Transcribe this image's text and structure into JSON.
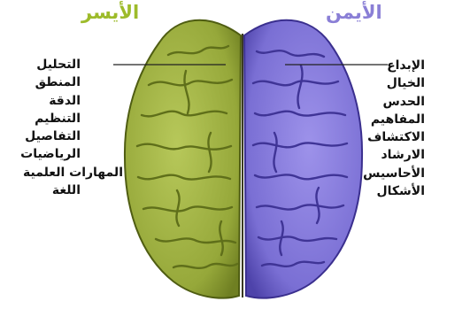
{
  "left": {
    "title": "الأيسر",
    "items": [
      "التحليل",
      "المنطق",
      "الدقة",
      "التنظيم",
      "التفاصيل",
      "الرياضيات",
      "المهارات العلمية",
      "اللغة"
    ],
    "color": "#9dbb2a"
  },
  "right": {
    "title": "الأيمن",
    "items": [
      "الإبداع",
      "الخيال",
      "الحدس",
      "المفاهيم",
      "الاكتشاف",
      "الارشاد",
      "الأحاسيس",
      "الأشكال"
    ],
    "color": "#8a7fd6"
  },
  "brain": {
    "left_fill": "#96a83a",
    "right_fill": "#7a6fd4",
    "left_fold": "#5f6f1a",
    "right_fold": "#3f3496"
  }
}
